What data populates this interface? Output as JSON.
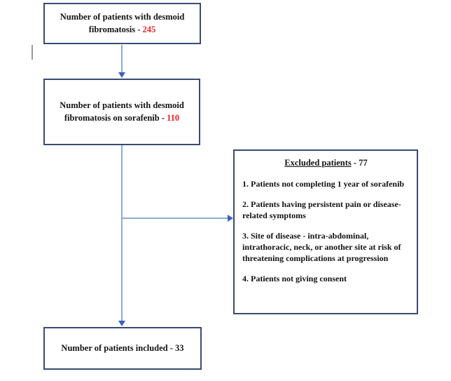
{
  "colors": {
    "page_bg": "#ffffff",
    "box_border": "#3a4a73",
    "arrow_line": "#8ea9db",
    "arrow_head": "#3d60c0",
    "value_highlight": "#ee2228",
    "text": "#131313",
    "stray_mark": "#9a9a9a"
  },
  "flowchart": {
    "box_total": {
      "line1": "Number of patients with desmoid",
      "line2": "fibromatosis - ",
      "value": "245"
    },
    "box_sorafenib": {
      "line1": "Number of patients with desmoid",
      "line2": "fibromatosis on sorafenib - ",
      "value": "110"
    },
    "box_excluded": {
      "heading_underlined": "Excluded patients",
      "heading_suffix": " - 77",
      "items": [
        "1. Patients not completing 1 year of sorafenib",
        "2. Patients having persistent pain or disease-related symptoms",
        "3. Site of disease - intra-abdominal, intrathoracic, neck, or another site at risk of threatening complications at progression",
        "4. Patients not giving consent"
      ]
    },
    "box_included": {
      "text": "Number of patients included - 33"
    }
  }
}
